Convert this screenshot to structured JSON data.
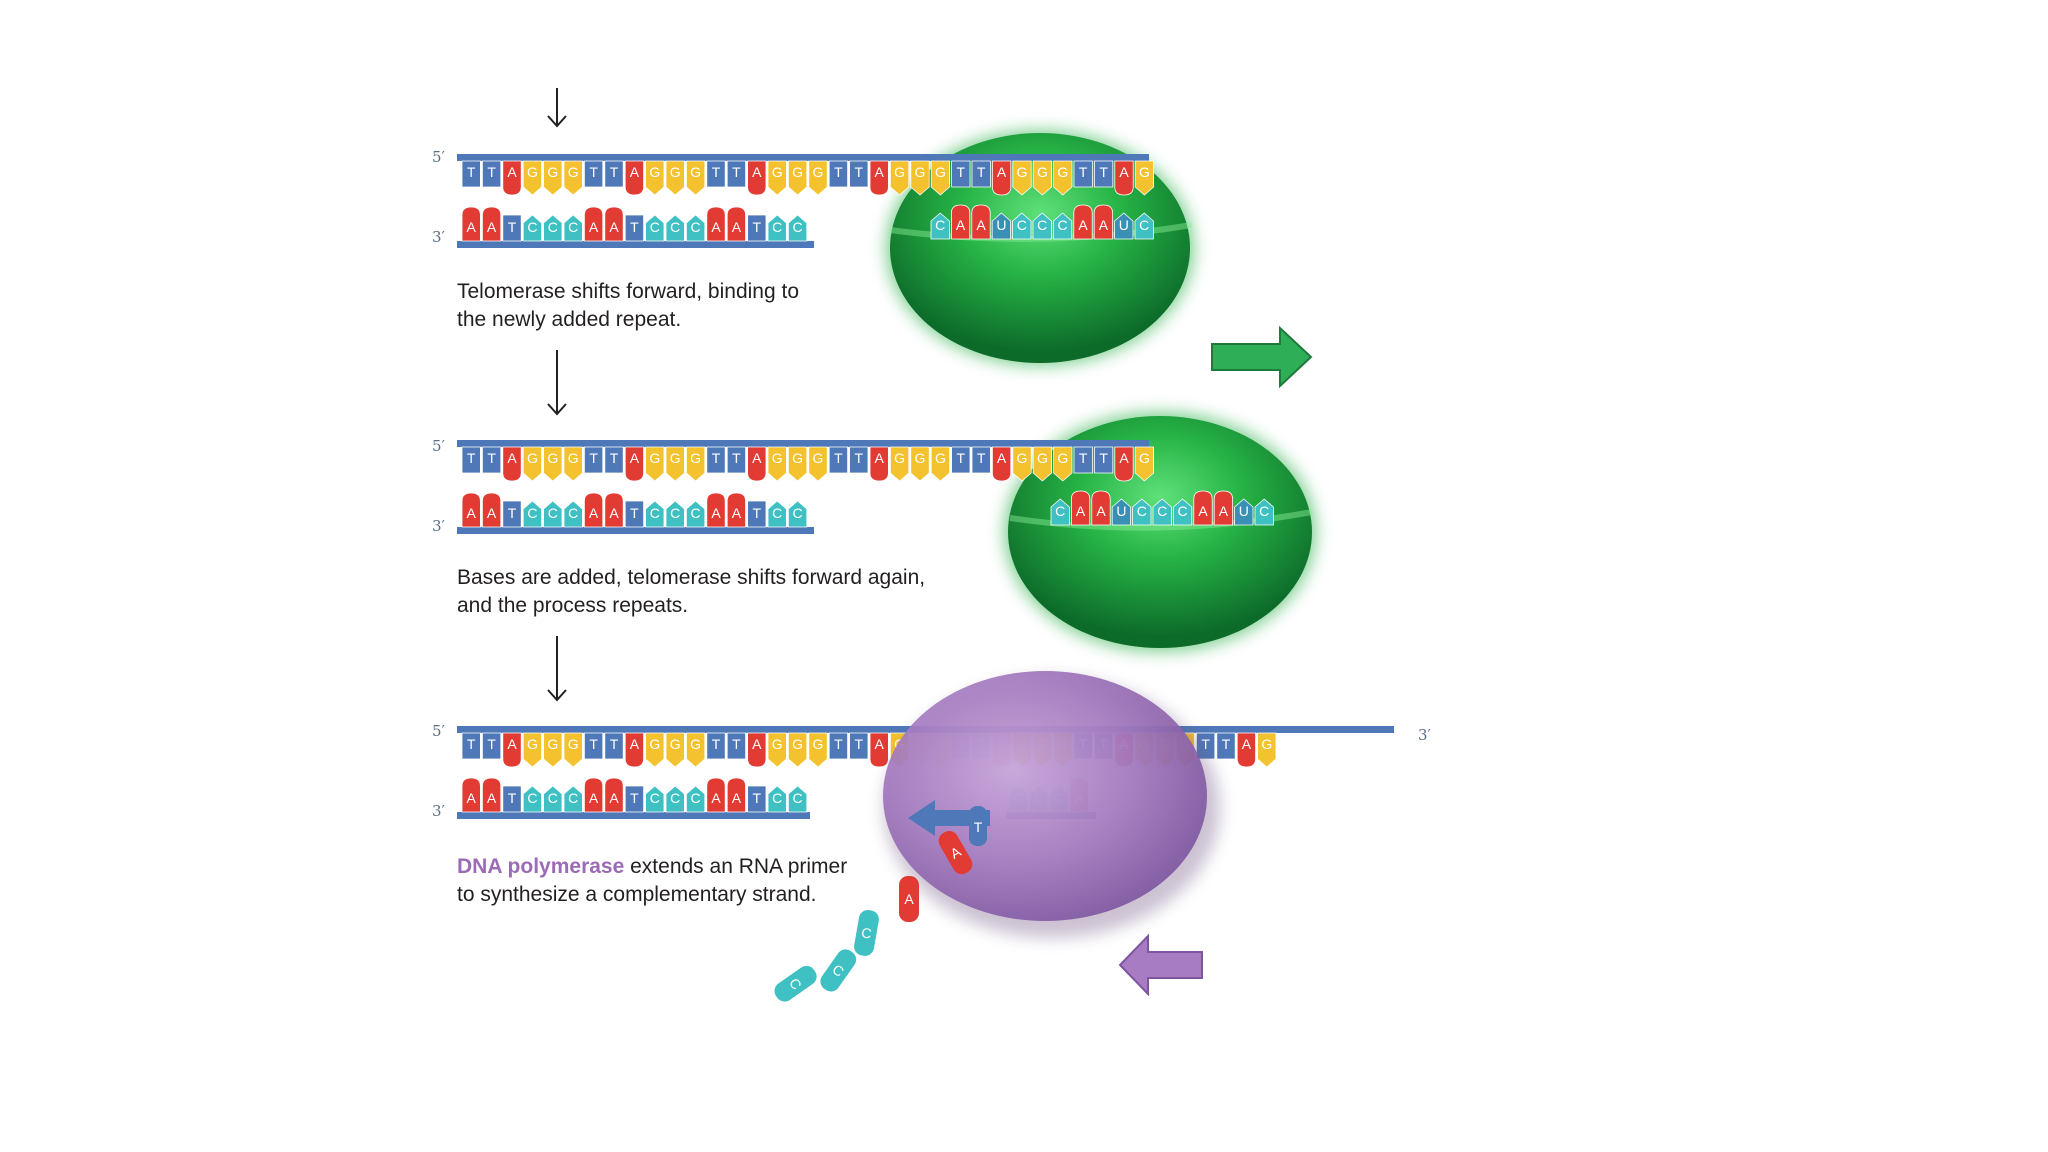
{
  "colors": {
    "A": "#e23b33",
    "T": "#4f78b8",
    "G": "#f3c22e",
    "C": "#3fc0c2",
    "U": "#3a8fb5",
    "backbone": "#4f78b8",
    "telomerase": "#22a244",
    "polymerase": "#9b6bb5",
    "arrow_green": "#2eae57",
    "arrow_purple": "#a77cc2"
  },
  "icons": {
    "step_arrow": "down-arrow-icon",
    "forward_arrow": "right-arrow-icon",
    "back_arrow": "left-arrow-icon"
  },
  "panels": [
    {
      "top_strand": "TTAGGGTTAGGGTTAGGGTTAGGGTTAGGGTTAG",
      "bottom_strand": "AATCCCAATCCCAATCC",
      "rna_template": "CAAUCCCAAUC",
      "caption_line1": "Telomerase shifts forward, binding to",
      "caption_line2": "the newly added repeat.",
      "label_5": "5′",
      "label_3": "3′"
    },
    {
      "top_strand": "TTAGGGTTAGGGTTAGGGTTAGGGTTAGGGTTAG",
      "bottom_strand": "AATCCCAATCCCAATCC",
      "rna_template": "CAAUCCCAAUC",
      "caption_line1": "Bases are added, telomerase shifts forward again,",
      "caption_line2": "and the process repeats.",
      "label_5": "5′",
      "label_3": "3′"
    },
    {
      "top_strand": "TTAGGGTTAGGGTTAGGGTTAGGGTTAGGGTTAGGGTTAG",
      "bottom_strand": "AATCCCAATCCCAATCC",
      "primer": "CCCA",
      "incoming_T": "T",
      "free_bases": [
        "A",
        "A",
        "C",
        "C",
        "C"
      ],
      "caption_highlight": "DNA polymerase",
      "caption_rest1": " extends an RNA primer",
      "caption_line2": "to synthesize a complementary strand.",
      "label_5": "5′",
      "label_3": "3′",
      "label_3_right": "3′"
    }
  ]
}
